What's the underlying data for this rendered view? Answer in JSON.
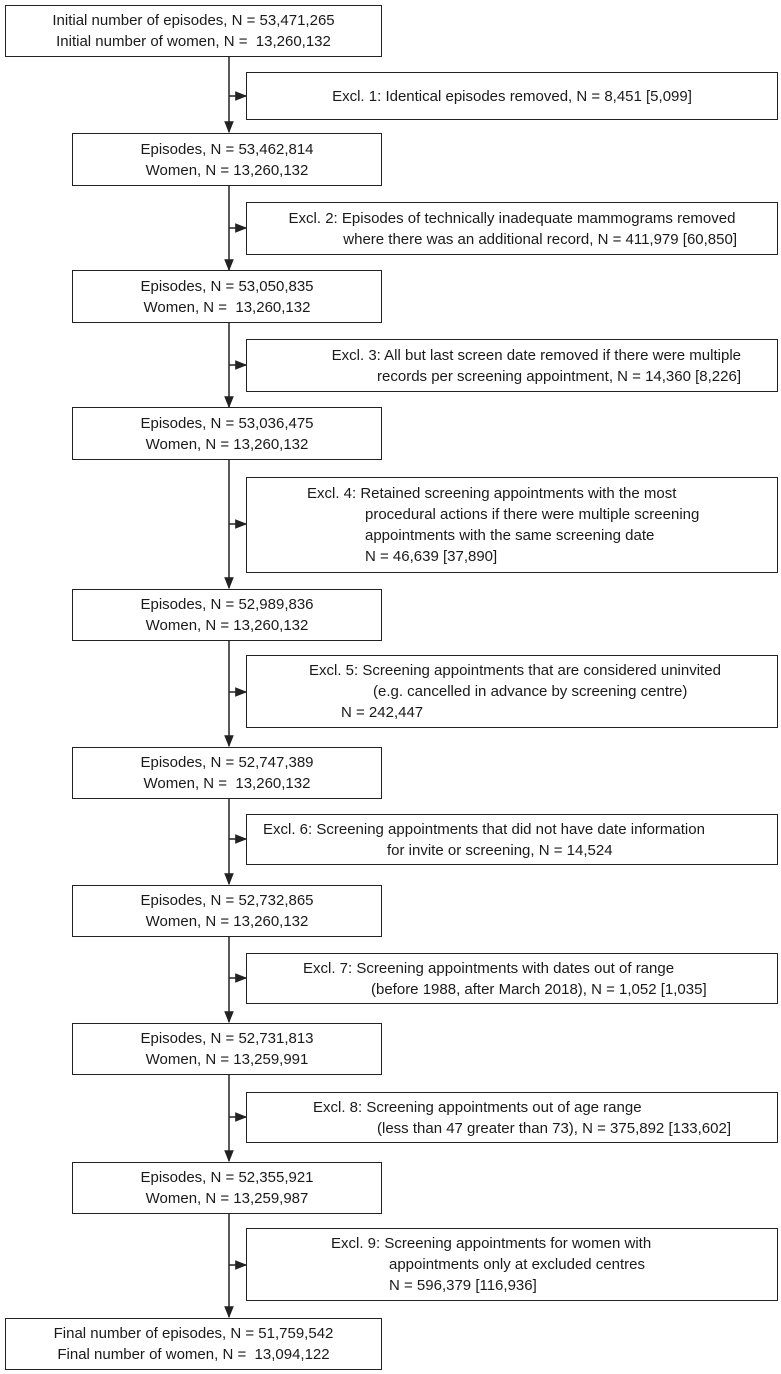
{
  "flow": {
    "initial": {
      "lines": [
        "Initial number of episodes, N = 53,471,265",
        "Initial number of women, N =  13,260,132"
      ]
    },
    "steps": [
      {
        "excl": [
          "Excl. 1: Identical episodes removed, N = 8,451 [5,099]"
        ],
        "result": [
          "Episodes, N = 53,462,814",
          "Women, N = 13,260,132"
        ]
      },
      {
        "excl": [
          "Excl. 2: Episodes of technically inadequate mammograms removed",
          "where there was an additional record, N = 411,979 [60,850]"
        ],
        "result": [
          "Episodes, N = 53,050,835",
          "Women, N =  13,260,132"
        ]
      },
      {
        "excl": [
          "Excl. 3: All but last screen date removed if there were multiple",
          "records per screening appointment, N = 14,360 [8,226]"
        ],
        "result": [
          "Episodes, N = 53,036,475",
          "Women, N = 13,260,132"
        ]
      },
      {
        "excl": [
          "Excl. 4: Retained screening appointments with the most",
          "procedural actions if there were multiple screening",
          "appointments with the same screening date",
          "N = 46,639 [37,890]"
        ],
        "result": [
          "Episodes, N = 52,989,836",
          "Women, N = 13,260,132"
        ]
      },
      {
        "excl": [
          "Excl. 5: Screening appointments that are considered uninvited",
          "(e.g. cancelled in advance by screening centre)",
          "N = 242,447"
        ],
        "result": [
          "Episodes, N = 52,747,389",
          "Women, N =  13,260,132"
        ]
      },
      {
        "excl": [
          "Excl. 6: Screening appointments that did not have date information",
          "for invite or screening, N = 14,524"
        ],
        "result": [
          "Episodes, N = 52,732,865",
          "Women, N = 13,260,132"
        ]
      },
      {
        "excl": [
          "Excl. 7: Screening appointments with dates out of range",
          "(before 1988, after March 2018), N = 1,052 [1,035]"
        ],
        "result": [
          "Episodes, N = 52,731,813",
          "Women, N = 13,259,991"
        ]
      },
      {
        "excl": [
          "Excl. 8: Screening appointments out of age range",
          "(less than 47 greater than 73), N = 375,892 [133,602]"
        ],
        "result": [
          "Episodes, N = 52,355,921",
          "Women, N = 13,259,987"
        ]
      },
      {
        "excl": [
          "Excl. 9: Screening appointments for women with",
          "appointments only at excluded centres",
          "N = 596,379 [116,936]"
        ],
        "result": [
          "Final number of episodes, N = 51,759,542",
          "Final number of women, N =  13,094,122"
        ]
      }
    ]
  }
}
